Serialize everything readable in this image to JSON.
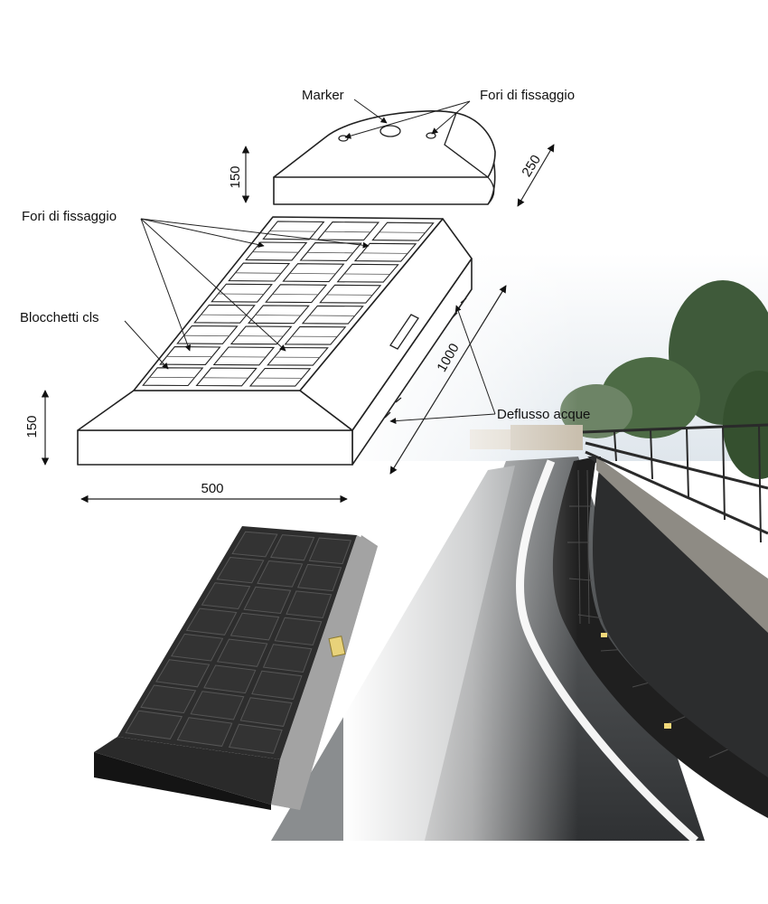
{
  "labels": {
    "marker": "Marker",
    "fori_top": "Fori di fissaggio",
    "fori_left": "Fori di fissaggio",
    "blocchetti": "Blocchetti cls",
    "deflusso": "Deflusso acque"
  },
  "dimensions": {
    "cap_height": "150",
    "cap_depth": "250",
    "base_height": "150",
    "base_width": "500",
    "base_length": "1000"
  },
  "colors": {
    "line": "#222222",
    "block_dark": "#2b2b2b",
    "concrete": "#9a9a9a",
    "road": "#3a3a3a",
    "sky": "#dfe6ec"
  }
}
